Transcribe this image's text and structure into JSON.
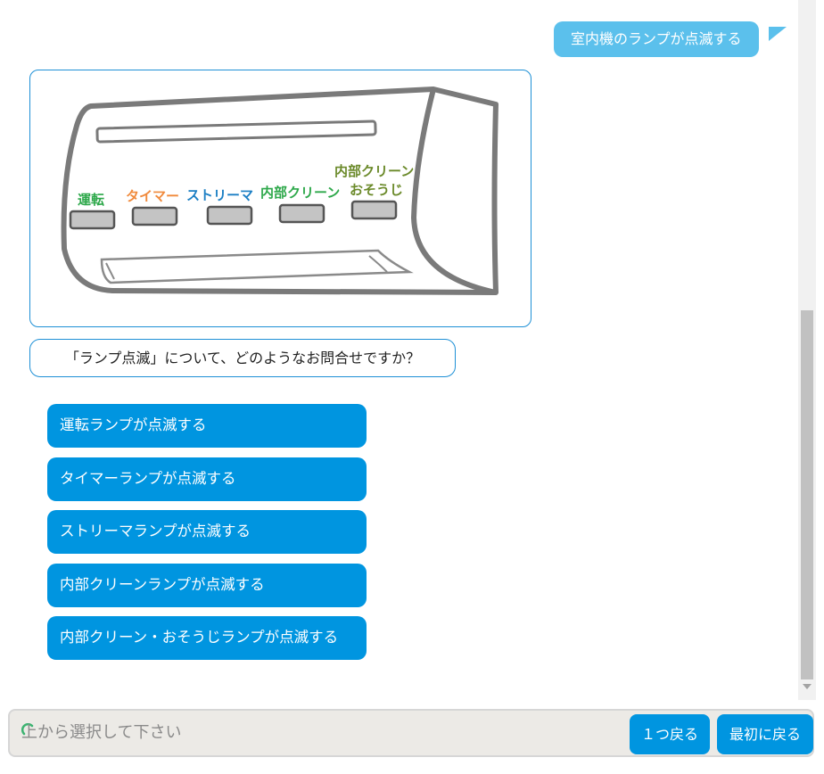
{
  "user_message": "室内機のランプが点滅する",
  "illustration": {
    "labels": {
      "unten": "運転",
      "timer": "タイマー",
      "streamer": "ストリーマ",
      "naibu_clean": "内部クリーン",
      "naibu_clean_line1": "内部クリーン",
      "osouji": "おそうじ"
    },
    "colors": {
      "unten": "#2da84a",
      "timer": "#f08a3c",
      "streamer": "#1c7fc4",
      "naibu_clean": "#2da84a",
      "naibu_clean_osouji": "#6b8a2a",
      "outline": "#7a7a7a",
      "button_fill": "#c4c4c4"
    }
  },
  "bot_question": "「ランプ点滅」について、どのようなお問合せですか？",
  "options": [
    "運転ランプが点滅する",
    "タイマーランプが点滅する",
    "ストリーマランプが点滅する",
    "内部クリーンランプが点滅する",
    "内部クリーン・おそうじランプが点滅する"
  ],
  "input": {
    "placeholder": "上から選択して下さい"
  },
  "buttons": {
    "back": "１つ戻る",
    "reset": "最初に戻る"
  },
  "colors": {
    "user_bubble": "#5bc0ec",
    "option_button": "#0095e0",
    "card_border": "#1e90d6"
  }
}
